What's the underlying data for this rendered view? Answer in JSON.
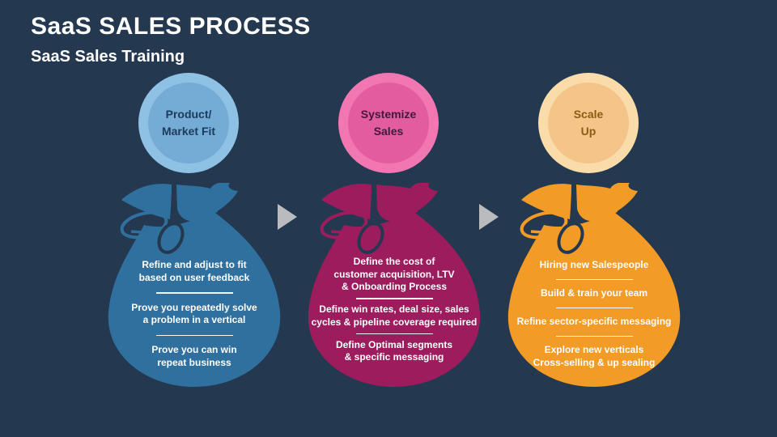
{
  "background": "#243850",
  "header": {
    "title": "SaaS SALES PROCESS",
    "subtitle": "SaaS Sales Training"
  },
  "stages": [
    {
      "id": "product-market-fit",
      "label": "Product/\nMarket Fit",
      "points": [
        "Refine and adjust to fit\nbased on user feedback",
        "Prove you repeatedly solve\na problem in a vertical",
        "Prove you can win\nrepeat business"
      ],
      "colors": {
        "bag": "#2F709F",
        "circle_ring": "#8FC1E5",
        "circle_fill": "#74ACD6",
        "label_text": "#1C3A5A"
      }
    },
    {
      "id": "systemize-sales",
      "label": "Systemize\nSales",
      "points": [
        "Define the cost of\ncustomer acquisition, LTV\n& Onboarding Process",
        "Define win rates, deal size, sales\ncycles & pipeline coverage required",
        "Define Optimal segments\n& specific messaging"
      ],
      "colors": {
        "bag": "#9C1C5D",
        "circle_ring": "#F276B1",
        "circle_fill": "#E35C9F",
        "label_text": "#45173A"
      }
    },
    {
      "id": "scale-up",
      "label": "Scale\nUp",
      "points": [
        "Hiring new Salespeople",
        "Build & train your team",
        "Refine sector-specific messaging",
        "Explore new verticals\nCross-selling & up sealing"
      ],
      "colors": {
        "bag": "#F39B27",
        "circle_ring": "#F9DCA9",
        "circle_fill": "#F4C488",
        "label_text": "#8D5C13"
      }
    }
  ],
  "arrows": {
    "count": 2,
    "direction": "right",
    "color": "#B9BBBE"
  }
}
